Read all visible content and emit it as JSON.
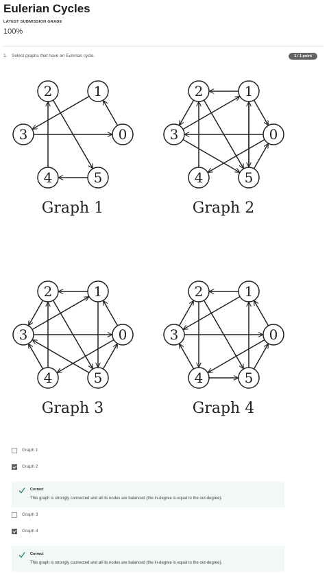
{
  "header": {
    "title": "Eulerian Cycles",
    "grade_label": "LATEST SUBMISSION GRADE",
    "grade_value": "100%"
  },
  "question": {
    "number": "1.",
    "text": "Select graphs that have an Eulerian cycle.",
    "points": "1 / 1 point"
  },
  "graphs": [
    {
      "caption": "Graph 1",
      "edges": [
        [
          0,
          1
        ],
        [
          1,
          3
        ],
        [
          3,
          0
        ],
        [
          2,
          5
        ],
        [
          4,
          2
        ],
        [
          5,
          4
        ]
      ]
    },
    {
      "caption": "Graph 2",
      "edges": [
        [
          1,
          2
        ],
        [
          3,
          1
        ],
        [
          2,
          3
        ],
        [
          2,
          5
        ],
        [
          5,
          1
        ],
        [
          1,
          0
        ],
        [
          0,
          3
        ],
        [
          0,
          4
        ],
        [
          5,
          0
        ],
        [
          4,
          2
        ],
        [
          3,
          5
        ],
        [
          1,
          5
        ]
      ]
    },
    {
      "caption": "Graph 3",
      "edges": [
        [
          1,
          2
        ],
        [
          2,
          3
        ],
        [
          3,
          1
        ],
        [
          3,
          0
        ],
        [
          0,
          1
        ],
        [
          1,
          5
        ],
        [
          2,
          5
        ],
        [
          5,
          0
        ],
        [
          0,
          4
        ],
        [
          4,
          2
        ],
        [
          4,
          3
        ],
        [
          5,
          3
        ]
      ]
    },
    {
      "caption": "Graph 4",
      "edges": [
        [
          1,
          2
        ],
        [
          2,
          4
        ],
        [
          4,
          5
        ],
        [
          5,
          1
        ],
        [
          1,
          3
        ],
        [
          3,
          0
        ],
        [
          0,
          1
        ],
        [
          2,
          5
        ],
        [
          5,
          0
        ],
        [
          0,
          4
        ],
        [
          4,
          3
        ],
        [
          3,
          2
        ]
      ]
    }
  ],
  "options": [
    {
      "label": "Graph 1",
      "checked": false
    },
    {
      "label": "Graph 2",
      "checked": true
    },
    {
      "label": "Graph 3",
      "checked": false
    },
    {
      "label": "Graph 4",
      "checked": true
    }
  ],
  "feedback": [
    {
      "title": "Correct",
      "text": "This graph is strongly connected and all its nodes are balanced (the in-degree is equal to the out-degree)."
    },
    {
      "title": "Correct",
      "text": "This graph is strongly connected and all its nodes are balanced (the in-degree is equal to the out-degree)."
    }
  ],
  "colors": {
    "correct_check": "#2e8b57",
    "feedback_bg": "#f1f8f5",
    "badge_bg": "#636363"
  }
}
